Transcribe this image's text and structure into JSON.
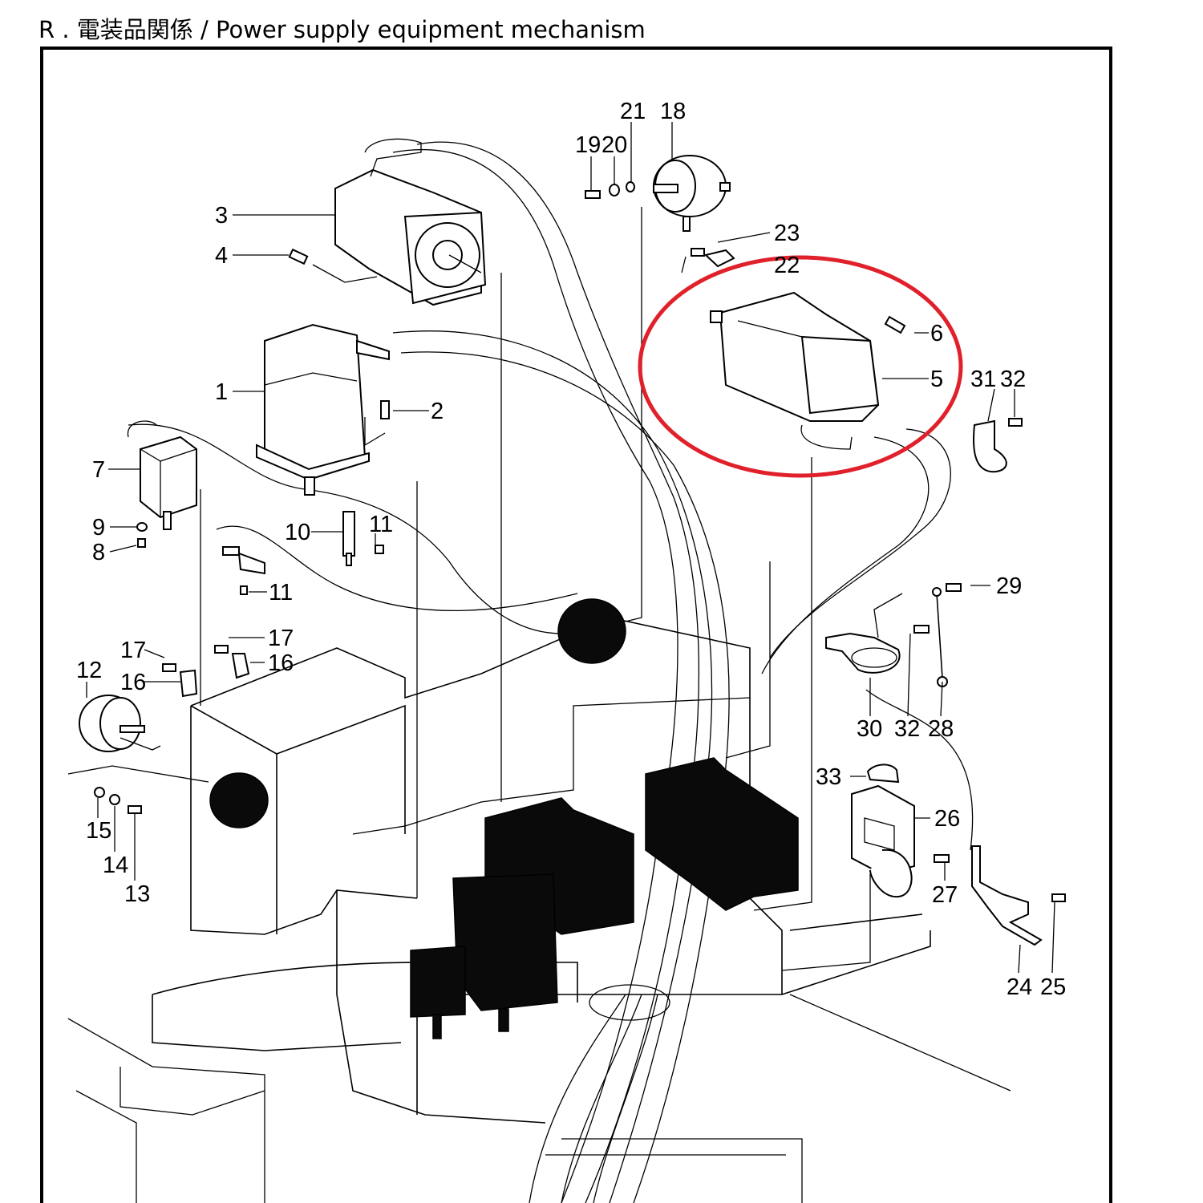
{
  "header": {
    "title": "R . 電装品関係 / Power supply equipment mechanism"
  },
  "highlight": {
    "color": "#e0212b",
    "part_numbers": [
      "5",
      "6"
    ]
  },
  "callouts": [
    {
      "id": "c1",
      "label": "1"
    },
    {
      "id": "c2",
      "label": "2"
    },
    {
      "id": "c3",
      "label": "3"
    },
    {
      "id": "c4",
      "label": "4"
    },
    {
      "id": "c5",
      "label": "5"
    },
    {
      "id": "c6",
      "label": "6"
    },
    {
      "id": "c7",
      "label": "7"
    },
    {
      "id": "c8",
      "label": "8"
    },
    {
      "id": "c9",
      "label": "9"
    },
    {
      "id": "c10",
      "label": "10"
    },
    {
      "id": "c11a",
      "label": "11"
    },
    {
      "id": "c11b",
      "label": "11"
    },
    {
      "id": "c12",
      "label": "12"
    },
    {
      "id": "c13",
      "label": "13"
    },
    {
      "id": "c14",
      "label": "14"
    },
    {
      "id": "c15",
      "label": "15"
    },
    {
      "id": "c16a",
      "label": "16"
    },
    {
      "id": "c16b",
      "label": "16"
    },
    {
      "id": "c17a",
      "label": "17"
    },
    {
      "id": "c17b",
      "label": "17"
    },
    {
      "id": "c18",
      "label": "18"
    },
    {
      "id": "c19",
      "label": "19"
    },
    {
      "id": "c20",
      "label": "20"
    },
    {
      "id": "c21",
      "label": "21"
    },
    {
      "id": "c22",
      "label": "22"
    },
    {
      "id": "c23",
      "label": "23"
    },
    {
      "id": "c24",
      "label": "24"
    },
    {
      "id": "c25",
      "label": "25"
    },
    {
      "id": "c26",
      "label": "26"
    },
    {
      "id": "c27",
      "label": "27"
    },
    {
      "id": "c28",
      "label": "28"
    },
    {
      "id": "c29",
      "label": "29"
    },
    {
      "id": "c30",
      "label": "30"
    },
    {
      "id": "c31",
      "label": "31"
    },
    {
      "id": "c32a",
      "label": "32"
    },
    {
      "id": "c32b",
      "label": "32"
    },
    {
      "id": "c33",
      "label": "33"
    }
  ]
}
